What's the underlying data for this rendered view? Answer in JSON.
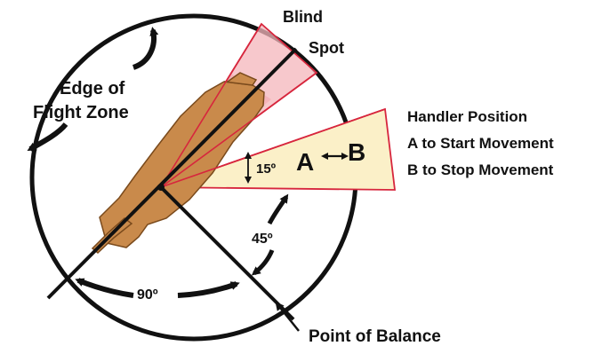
{
  "labels": {
    "blind_spot_1": "Blind",
    "blind_spot_2": "Spot",
    "edge_1": "Edge of",
    "edge_2": "Flight Zone",
    "handler_title": "Handler Position",
    "handler_a": "A to Start Movement",
    "handler_b": "B to Stop Movement",
    "angle_15": "15º",
    "angle_45": "45º",
    "angle_90": "90º",
    "point_a": "A",
    "point_b": "B",
    "balance": "Point of Balance"
  },
  "colors": {
    "blind_spot_fill": "#f4b6bb",
    "blind_spot_stroke": "#d7263d",
    "handler_zone_fill": "#fbf0c8",
    "handler_zone_stroke": "#d7263d",
    "animal_fill": "#c98a4b",
    "animal_stroke": "#7a4a1c",
    "line": "#111111"
  },
  "icons": [
    "curved-arrow-icon",
    "double-arrow-icon"
  ]
}
